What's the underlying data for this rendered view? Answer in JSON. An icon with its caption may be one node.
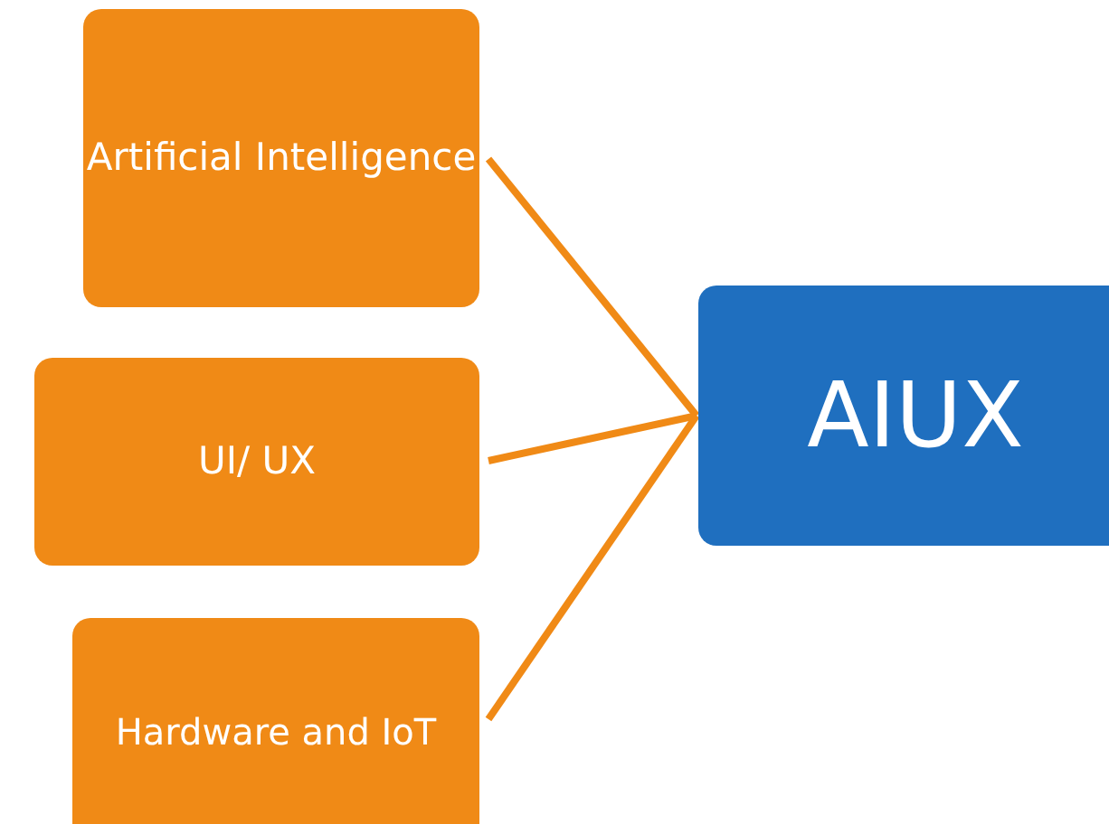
{
  "diagram": {
    "nodes": [
      {
        "text": [
          "Artificial Intelligence"
        ]
      },
      {
        "text": [
          "UI/ UX"
        ]
      },
      {
        "text": [
          "Hardware and IoT"
        ]
      },
      {
        "text": [
          "AIUX"
        ]
      }
    ],
    "edges": [
      {
        "from": 0,
        "to": 3,
        "arrow": "none"
      },
      {
        "from": 1,
        "to": 3,
        "arrow": "none"
      },
      {
        "from": 2,
        "to": 3,
        "arrow": "none"
      }
    ]
  }
}
